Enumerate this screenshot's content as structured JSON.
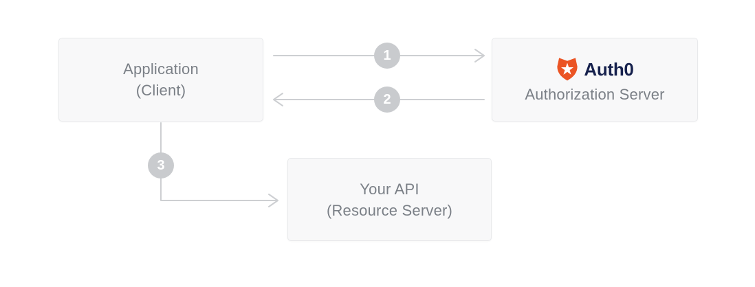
{
  "diagram": {
    "nodes": {
      "application": {
        "line1": "Application",
        "line2": "(Client)"
      },
      "auth0": {
        "brand": "Auth0",
        "label": "Authorization Server",
        "logo_icon": "auth0-shield-icon"
      },
      "api": {
        "line1": "Your API",
        "line2": "(Resource Server)"
      }
    },
    "steps": [
      {
        "number": "1",
        "direction": "Application to Authorization Server"
      },
      {
        "number": "2",
        "direction": "Authorization Server to Application"
      },
      {
        "number": "3",
        "direction": "Application to Your API"
      }
    ],
    "colors": {
      "node_bg": "#f8f8f9",
      "node_border": "#e8e9eb",
      "node_text": "#7b8087",
      "arrow": "#cdcfd2",
      "step_circle_bg": "#c9cbce",
      "step_circle_text": "#ffffff",
      "auth0_orange": "#eb5424",
      "auth0_navy": "#16214d",
      "background": "#ffffff"
    }
  }
}
